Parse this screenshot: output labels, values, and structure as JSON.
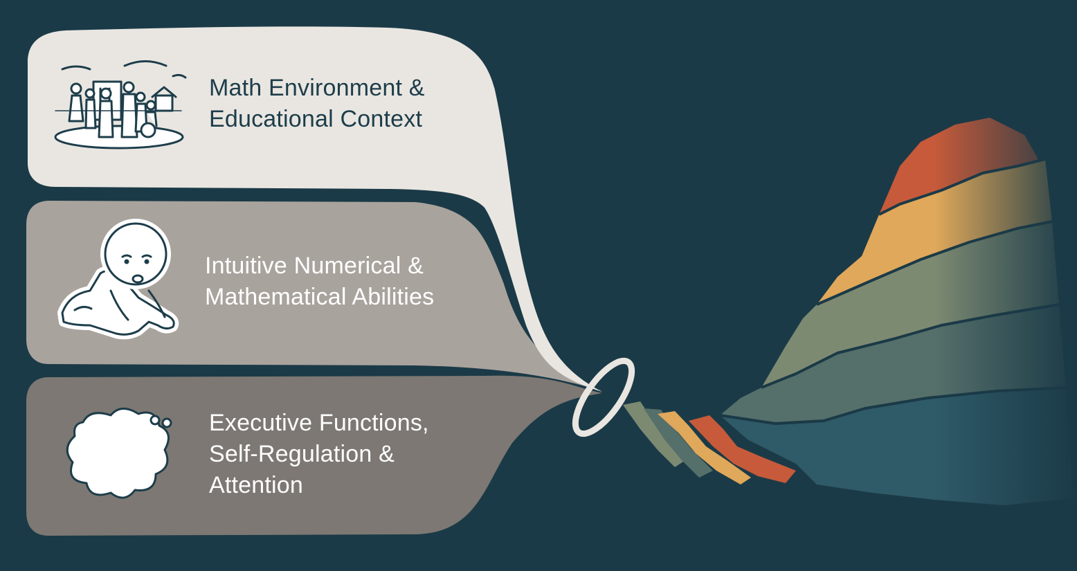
{
  "background_color": "#1b3a47",
  "layers": [
    {
      "id": "environment",
      "lines": [
        "Math Environment &",
        "Educational Context"
      ],
      "icon": "community-scene-icon",
      "fill": "#e9e6e1",
      "text_color": "#1d3d4a"
    },
    {
      "id": "intuitive",
      "lines": [
        "Intuitive Numerical &",
        "Mathematical Abilities"
      ],
      "icon": "crawling-baby-icon",
      "fill": "#a9a39d",
      "text_color": "#ffffff"
    },
    {
      "id": "executive",
      "lines": [
        "Executive Functions,",
        "Self-Regulation &",
        "Attention"
      ],
      "icon": "thought-cloud-icon",
      "fill": "#7d7873",
      "text_color": "#ffffff"
    }
  ],
  "strata_colors": [
    "#c65a3a",
    "#e0a85a",
    "#7d8a72",
    "#4f6e6f",
    "#2f5a68"
  ]
}
